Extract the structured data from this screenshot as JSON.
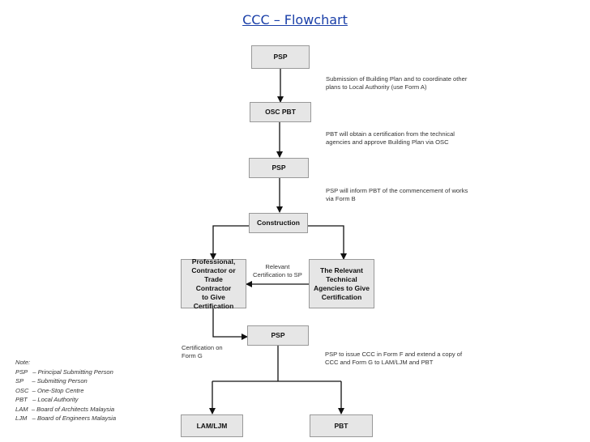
{
  "title": "CCC – Flowchart",
  "nodes": {
    "psp_1": "PSP",
    "osc_pbt": "OSC PBT",
    "psp_2": "PSP",
    "construction": "Construction",
    "professional": "Professional,\nContractor or Trade\nContractor\nto Give\nCertification",
    "technical": "The Relevant\nTechnical\nAgencies to Give\nCertification",
    "psp_3": "PSP",
    "lam_ljm": "LAM/LJM",
    "pbt": "PBT"
  },
  "notes": {
    "n1": "Submission of Building Plan and to coordinate other\nplans to Local Authority (use Form A)",
    "n2": "PBT will obtain a certification from the technical\nagencies and approve Building Plan via OSC",
    "n3": "PSP will inform PBT of the commencement of works\nvia Form B",
    "n4": "PSP to issue CCC in Form F and extend a copy of\nCCC and Form G to LAM/LJM and PBT"
  },
  "edge_labels": {
    "relevant_cert": "Relevant\nCertification to SP",
    "cert_form_g": "Certification on\nForm G"
  },
  "legend": {
    "heading": "Note:",
    "items": [
      "PSP   – Principal Submitting Person",
      "SP     – Submitting Person",
      "OSC  – One-Stop Centre",
      "PBT   – Local Authority",
      "LAM  – Board of Architects Malaysia",
      "LJM   – Board of Engineers Malaysia"
    ]
  }
}
